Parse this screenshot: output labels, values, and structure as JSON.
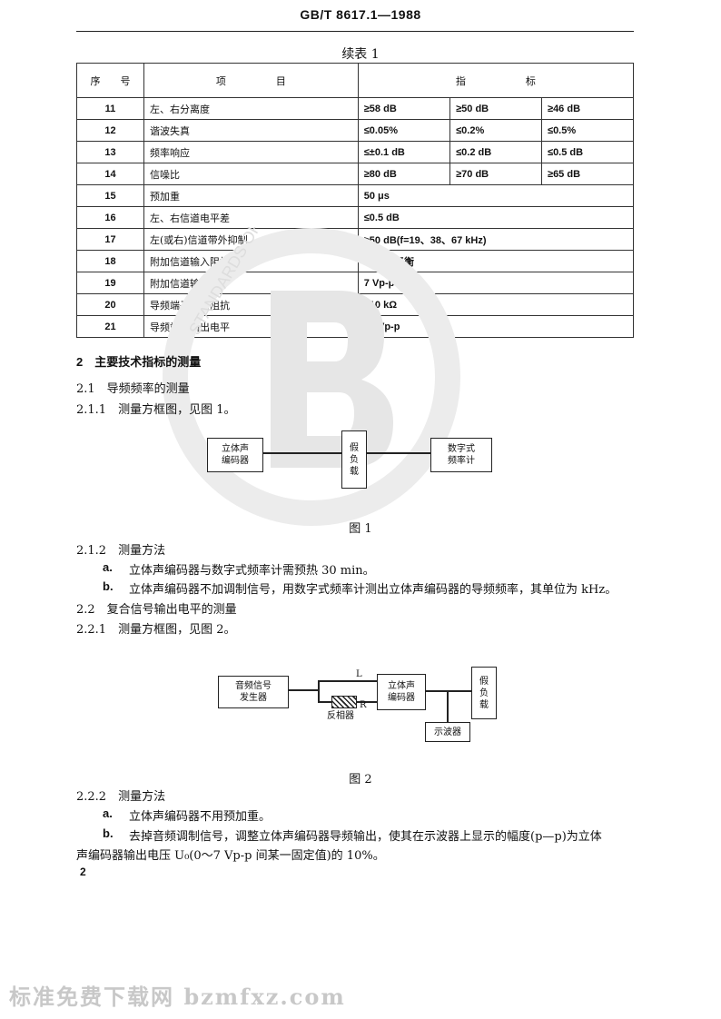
{
  "header": {
    "standard": "GB/T 8617.1—1988"
  },
  "table": {
    "caption": "续表 1",
    "head": {
      "seq": "序　　号",
      "item": "项　　　　　目",
      "indicator": "指　　　　　　标"
    },
    "rows": [
      {
        "num": "11",
        "item": "左、右分离度",
        "v1": "≥58 dB",
        "v2": "≥50 dB",
        "v3": "≥46 dB"
      },
      {
        "num": "12",
        "item": "谐波失真",
        "v1": "≤0.05%",
        "v2": "≤0.2%",
        "v3": "≤0.5%"
      },
      {
        "num": "13",
        "item": "频率响应",
        "v1": "≤±0.1 dB",
        "v2": "≤0.2 dB",
        "v3": "≤0.5 dB"
      },
      {
        "num": "14",
        "item": "信噪比",
        "v1": "≥80 dB",
        "v2": "≥70 dB",
        "v3": "≥65 dB"
      },
      {
        "num": "15",
        "item": "预加重",
        "span": "50 μs"
      },
      {
        "num": "16",
        "item": "左、右信道电平差",
        "span": "≤0.5 dB"
      },
      {
        "num": "17",
        "item": "左(或右)信道带外抑制",
        "span": "≥50 dB(f=19、38、67 kHz)"
      },
      {
        "num": "18",
        "item": "附加信道输入阻抗",
        "span": "600 Ω 平衡"
      },
      {
        "num": "19",
        "item": "附加信道输入电平",
        "span": "7 Vp-p"
      },
      {
        "num": "20",
        "item": "导频端子输出阻抗",
        "span": "≤10 kΩ"
      },
      {
        "num": "21",
        "item": "导频端子输出电平",
        "span": "≥1 Vp-p"
      }
    ]
  },
  "body": {
    "s2": "2　主要技术指标的测量",
    "s21": "2.1　导频频率的测量",
    "s211": "2.1.1　测量方框图，见图 1。",
    "fig1": {
      "encoder": "立体声\n编码器",
      "load": "假\n负\n载",
      "counter": "数字式\n频率计",
      "caption": "图 1"
    },
    "s212": "2.1.2　测量方法",
    "s212a_tag": "a.",
    "s212a": "立体声编码器与数字式频率计需预热 30 min。",
    "s212b_tag": "b.",
    "s212b": "立体声编码器不加调制信号，用数字式频率计测出立体声编码器的导频频率，其单位为 kHz。",
    "s22": "2.2　复合信号输出电平的测量",
    "s221": "2.2.1　测量方框图，见图 2。",
    "fig2": {
      "generator": "音频信号\n发生器",
      "encoder": "立体声\n编码器",
      "load": "假\n负\n载",
      "scope": "示波器",
      "inverter": "反相器",
      "L": "L",
      "R": "R",
      "caption": "图 2"
    },
    "s222": "2.2.2　测量方法",
    "s222a_tag": "a.",
    "s222a": "立体声编码器不用预加重。",
    "s222b_tag": "b.",
    "s222b_1": "去掉音频调制信号，调整立体声编码器导频输出，使其在示波器上显示的幅度(p—p)为立体",
    "s222b_2": "声编码器输出电压 U₀(0～7 Vp-p 间某一固定值)的 10%。"
  },
  "page_number": "2",
  "footer": "标准免费下载网 bzmfxz.com"
}
